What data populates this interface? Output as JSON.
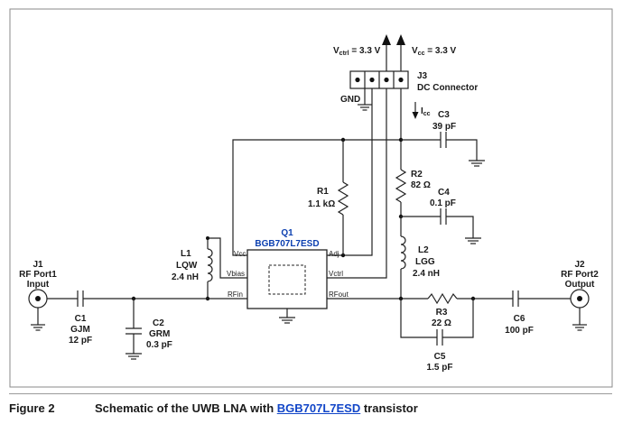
{
  "labels": {
    "vctrl_prefix": "V",
    "vctrl_sub": "ctrl",
    "vctrl_value": " = 3.3 V",
    "vcc_prefix": "V",
    "vcc_sub": "cc",
    "vcc_value": " = 3.3 V",
    "j3_ref": "J3",
    "j3_name": "DC Connector",
    "gnd": "GND",
    "icc_prefix": "I",
    "icc_sub": "cc",
    "c3_ref": "C3",
    "c3_val": "39 pF",
    "r2_ref": "R2",
    "r2_val": "82 Ω",
    "c4_ref": "C4",
    "c4_val": "0.1 pF",
    "r1_ref": "R1",
    "r1_val": "1.1 kΩ",
    "q1_ref": "Q1",
    "q1_part": "BGB707L7ESD",
    "l1_ref": "L1",
    "l1_name": "LQW",
    "l1_val": "2.4 nH",
    "l2_ref": "L2",
    "l2_name": "LGG",
    "l2_val": "2.4 nH",
    "pin_vcc": "Vcc",
    "pin_adj": "Adj",
    "pin_vbias": "Vbias",
    "pin_vctrl": "Vctrl",
    "pin_rfin": "RFin",
    "pin_rfout": "RFout",
    "j1_ref": "J1",
    "j1_name": "RF Port1",
    "j1_dir": "Input",
    "j2_ref": "J2",
    "j2_name": "RF Port2",
    "j2_dir": "Output",
    "c1_ref": "C1",
    "c1_name": "GJM",
    "c1_val": "12 pF",
    "c2_ref": "C2",
    "c2_name": "GRM",
    "c2_val": "0.3 pF",
    "r3_ref": "R3",
    "r3_val": "22 Ω",
    "c5_ref": "C5",
    "c5_val": "1.5 pF",
    "c6_ref": "C6",
    "c6_val": "100 pF"
  },
  "caption": {
    "figure": "Figure 2",
    "text": "Schematic of the UWB LNA with ",
    "link": "BGB707L7ESD",
    "suffix": " transistor"
  }
}
